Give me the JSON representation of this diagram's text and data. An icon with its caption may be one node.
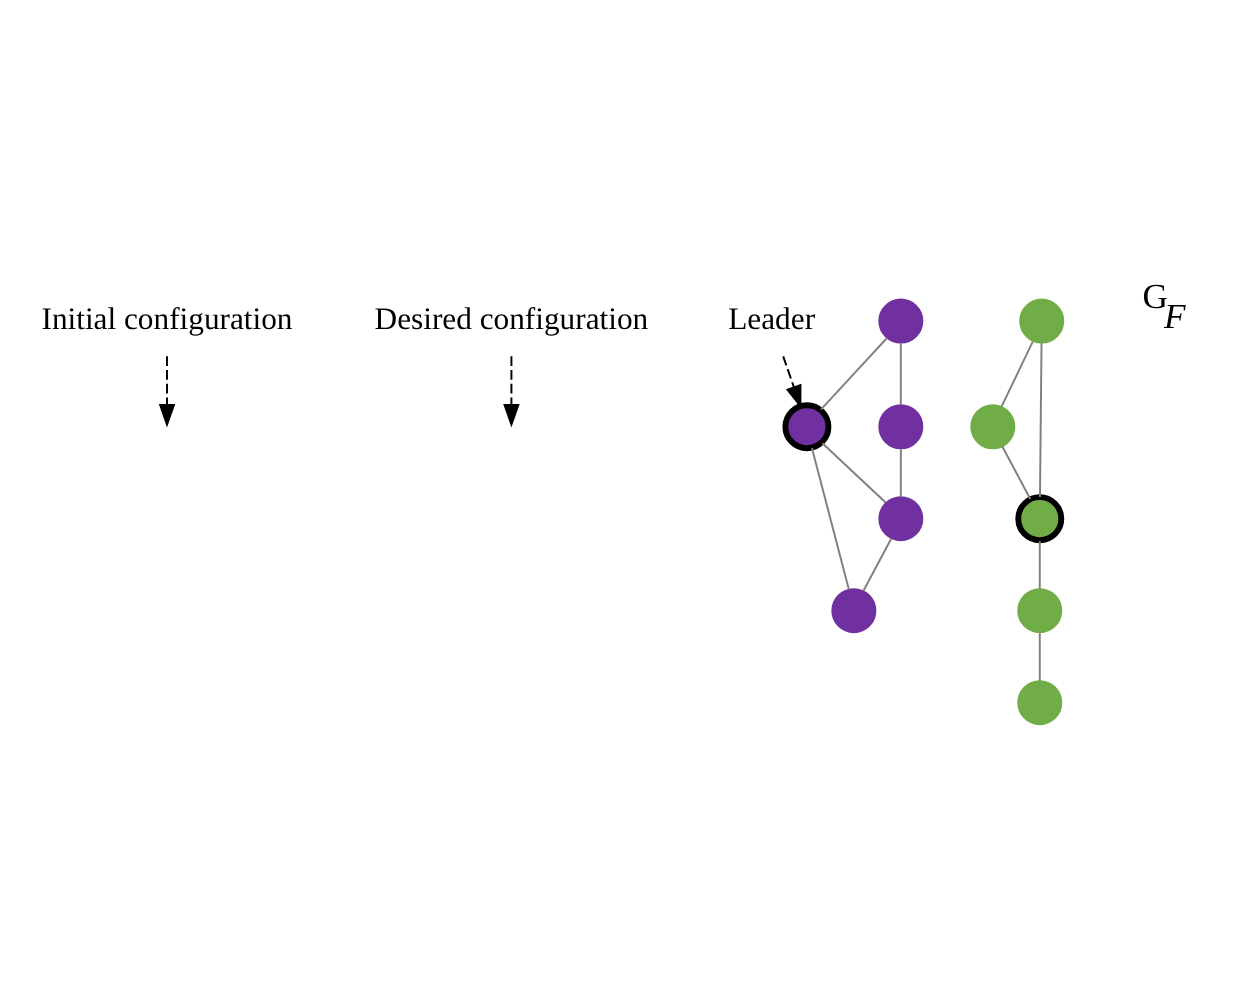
{
  "diagram": {
    "nodes": [
      {
        "text": [
          "Initial configuration"
        ]
      },
      {
        "text": [
          "Desired configuration"
        ]
      },
      {
        "text": [
          "Leader"
        ]
      },
      {
        "text": [],
        "shape": "circle"
      },
      {
        "text": [],
        "shape": "circle"
      },
      {
        "text": [],
        "shape": "circle"
      },
      {
        "text": [],
        "shape": "circle"
      },
      {
        "text": [],
        "shape": "circle"
      },
      {
        "text": [],
        "shape": "circle"
      },
      {
        "text": [],
        "shape": "circle"
      },
      {
        "text": [],
        "shape": "circle"
      },
      {
        "text": [],
        "shape": "circle"
      },
      {
        "text": [],
        "shape": "circle"
      }
    ],
    "edges": [
      {
        "from": 0,
        "to": null,
        "arrow": "to",
        "style": "dashed",
        "color": "#000000"
      },
      {
        "from": 1,
        "to": null,
        "arrow": "to",
        "style": "dashed",
        "color": "#000000"
      },
      {
        "from": 2,
        "to": 4,
        "arrow": "to",
        "style": "dashed",
        "color": "#000000"
      },
      {
        "from": 3,
        "to": 4,
        "arrow": "none"
      },
      {
        "from": 3,
        "to": 5,
        "arrow": "none"
      },
      {
        "from": 4,
        "to": 7,
        "arrow": "none"
      },
      {
        "from": 4,
        "to": 6,
        "arrow": "none"
      },
      {
        "from": 5,
        "to": 7,
        "arrow": "none"
      },
      {
        "from": 7,
        "to": 6,
        "arrow": "none"
      },
      {
        "from": 8,
        "to": 9,
        "arrow": "none"
      },
      {
        "from": 8,
        "to": 10,
        "arrow": "none"
      },
      {
        "from": 9,
        "to": 10,
        "arrow": "none"
      },
      {
        "from": 10,
        "to": 11,
        "arrow": "none"
      },
      {
        "from": 11,
        "to": 12,
        "arrow": "none"
      }
    ],
    "labels": [
      "$^{G}$F"
    ]
  }
}
